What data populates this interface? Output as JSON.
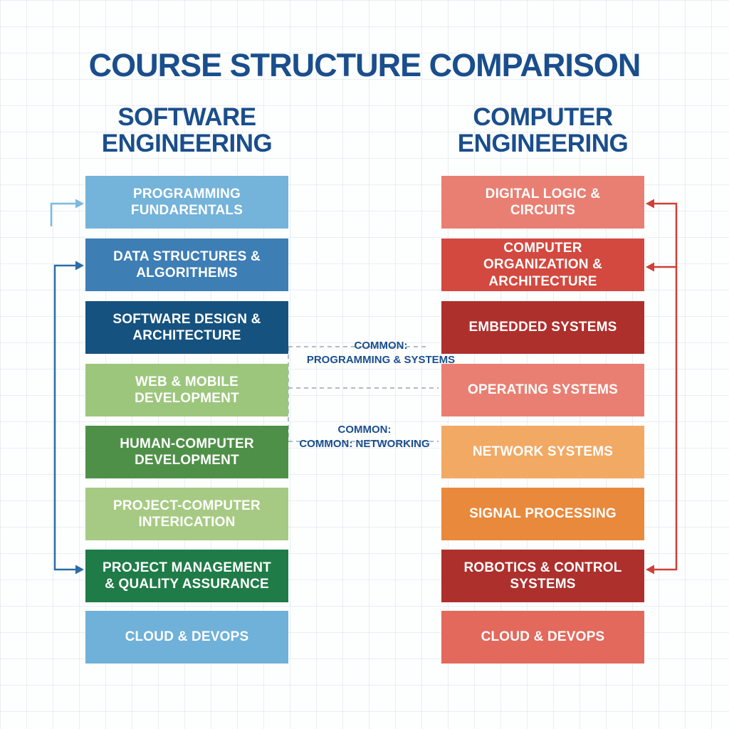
{
  "title": "COURSE STRUCTURE COMPARISON",
  "columns": {
    "left": {
      "header_line1": "SOFTWARE",
      "header_line2": "ENGINEERING",
      "courses": [
        {
          "label": "PROGRAMMING FUNDARENTALS",
          "color": "#74b3da"
        },
        {
          "label": "DATA STRUCTURES & ALGORITHEMS",
          "color": "#3d7eb5"
        },
        {
          "label": "SOFTWARE DESIGN & ARCHITECTURE",
          "color": "#16527f"
        },
        {
          "label": "WEB & MOBILE DEVELOPMENT",
          "color": "#9dc67d"
        },
        {
          "label": "HUMAN-COMPUTER DEVELOPMENT",
          "color": "#4f9048"
        },
        {
          "label": "PROJECT-COMPUTER INTERICATION",
          "color": "#a6ca83"
        },
        {
          "label": "PROJECT MANAGEMENT & QUALITY ASSURANCE",
          "color": "#1f7b47"
        },
        {
          "label": "CLOUD & DEVOPS",
          "color": "#6fb1d8"
        }
      ]
    },
    "right": {
      "header_line1": "COMPUTER",
      "header_line2": "ENGINEERING",
      "courses": [
        {
          "label": "DIGITAL LOGIC & CIRCUITS",
          "color": "#e97f72"
        },
        {
          "label": "COMPUTER ORGANIZATION & ARCHITECTURE",
          "color": "#d3493f"
        },
        {
          "label": "EMBEDDED SYSTEMS",
          "color": "#ad302d"
        },
        {
          "label": "OPERATING SYSTEMS",
          "color": "#e97f72"
        },
        {
          "label": "NETWORK SYSTEMS",
          "color": "#f2a964"
        },
        {
          "label": "SIGNAL PROCESSING",
          "color": "#e8893c"
        },
        {
          "label": "ROBOTICS & CONTROL SYSTEMS",
          "color": "#ad302d"
        },
        {
          "label": "CLOUD & DEVOPS",
          "color": "#e2695c"
        }
      ]
    }
  },
  "common_links": {
    "first": {
      "line1": "COMMON:",
      "line2": "PROGRAMMING & SYSTEMS"
    },
    "second": {
      "line1": "COMMON:",
      "line2": "COMMON: NETWORKING"
    }
  },
  "colors": {
    "title_text": "#1a4e8c",
    "left_link_light": "#7cb9de",
    "left_link_dark": "#2a6ca8",
    "right_link": "#cf4038",
    "dashed_link": "#9aa6b0"
  }
}
